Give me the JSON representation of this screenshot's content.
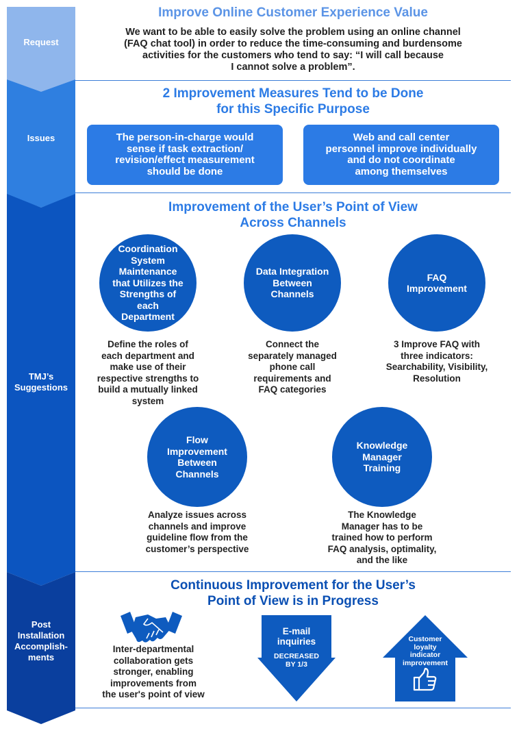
{
  "colors": {
    "request_arrow": "#8fb6ec",
    "issues_arrow": "#2f7fe0",
    "suggestions_arrow": "#0c55c0",
    "post_arrow": "#0a3f9e",
    "title_light": "#5b94e6",
    "title_mid": "#2c7be5",
    "title_dark": "#0a4fb3",
    "circle": "#0e5bbf",
    "issue_box": "#2c7be5"
  },
  "sections": {
    "request": {
      "label": "Request",
      "title": "Improve Online Customer Experience Value",
      "body_lines": [
        "We want to be able to easily solve the problem using an online  channel",
        "(FAQ chat tool) in order to reduce the time-consuming and  burdensome",
        "activities for the customers who tend to say:  “I will call  because",
        "I cannot solve a problem”."
      ]
    },
    "issues": {
      "label": "Issues",
      "title_lines": [
        "2 Improvement Measures Tend to be Done",
        "for this Specific Purpose"
      ],
      "boxes": [
        {
          "lines": [
            "The person-in-charge would",
            "sense if task extraction/",
            "revision/effect measurement",
            "should be done"
          ]
        },
        {
          "lines": [
            "Web and call center",
            "personnel  improve individually",
            "and do not coordinate",
            "among themselves"
          ]
        }
      ]
    },
    "suggestions": {
      "label_lines": [
        "TMJ’s",
        "Suggestions"
      ],
      "title_lines": [
        "Improvement of the User’s Point of View",
        "Across Channels"
      ],
      "items": [
        {
          "circle_lines": [
            "Coordination",
            "System",
            "Maintenance",
            "that Utilizes the",
            "Strengths of",
            "each",
            "Department"
          ],
          "desc_lines": [
            "Define the roles of",
            "each department and",
            "make use of their",
            "respective strengths to",
            "build a mutually linked",
            "system"
          ]
        },
        {
          "circle_lines": [
            "Data Integration",
            "Between",
            "Channels"
          ],
          "desc_lines": [
            "Connect the",
            "separately managed",
            "phone call",
            "requirements and",
            "FAQ categories"
          ]
        },
        {
          "circle_lines": [
            "FAQ",
            "Improvement"
          ],
          "desc_lines": [
            "3 Improve FAQ with",
            "three indicators:",
            "Searchability, Visibility,",
            "Resolution"
          ]
        },
        {
          "circle_lines": [
            "Flow",
            "Improvement",
            "Between",
            "Channels"
          ],
          "desc_lines": [
            "Analyze issues across",
            "channels and improve",
            "guideline flow from the",
            "customer’s perspective"
          ]
        },
        {
          "circle_lines": [
            "Knowledge",
            "Manager",
            "Training"
          ],
          "desc_lines": [
            "The Knowledge",
            "Manager has to be",
            "trained how to perform",
            "FAQ analysis, optimality,",
            "and the like"
          ]
        }
      ]
    },
    "post": {
      "label_lines": [
        "Post",
        "Installation",
        "Accomplish-",
        "ments"
      ],
      "title_lines": [
        "Continuous Improvement for the User’s",
        "Point of View is in Progress"
      ],
      "handshake_icon": "handshake-icon",
      "collab_lines": [
        "Inter-departmental",
        "collaboration gets",
        "stronger, enabling",
        "improvements from",
        "the user's point of view"
      ],
      "down_arrow_lines": [
        "E-mail",
        "inquiries"
      ],
      "down_arrow_sub_lines": [
        "DECREASED",
        "BY 1/3"
      ],
      "up_arrow_lines": [
        "Customer",
        "loyalty",
        "indicator",
        "improvement"
      ],
      "thumbs_icon": "thumbs-up-icon"
    }
  }
}
